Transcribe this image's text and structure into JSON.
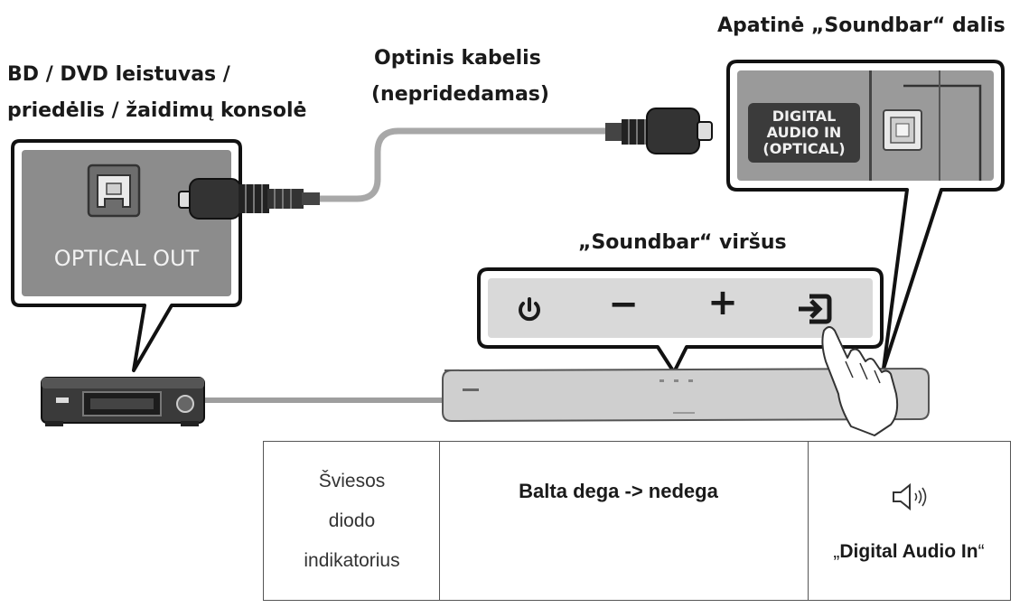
{
  "labels": {
    "source_device": [
      "BD / DVD leistuvas /",
      "priedėlis / žaidimų konsolė"
    ],
    "cable": [
      "Optinis kabelis",
      "(nepridedamas)"
    ],
    "soundbar_bottom": "Apatinė „Soundbar“ dalis",
    "soundbar_top": "„Soundbar“ viršus",
    "optical_out": "OPTICAL OUT",
    "digital_audio_in": [
      "DIGITAL",
      "AUDIO IN",
      "(OPTICAL)"
    ]
  },
  "buttons": {
    "power": "power-icon",
    "minus": "−",
    "plus": "+",
    "source": "source-input-icon"
  },
  "table": {
    "led_label": [
      "Šviesos",
      "diodo",
      "indikatorius"
    ],
    "led_status": "Balta dega -> nedega",
    "leds": [
      true,
      false,
      false,
      false,
      false
    ],
    "mode_prefix": "„",
    "mode_name": "Digital Audio In",
    "mode_suffix": "“"
  },
  "colors": {
    "panel_gray": "#8c8c8c",
    "dark_label_bg": "#3b3b3b",
    "cable_gray": "#9e9e9e",
    "led_strip": "#dcdcdc"
  }
}
